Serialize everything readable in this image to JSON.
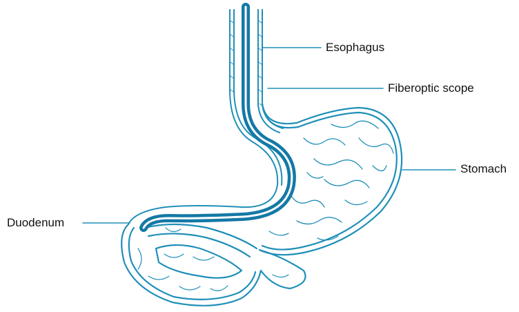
{
  "labels": {
    "esophagus": "Esophagus",
    "fiberoptic_scope": "Fiberoptic scope",
    "stomach": "Stomach",
    "duodenum": "Duodenum"
  },
  "colors": {
    "outline": "#1f8fb8",
    "scope": "#1479a6",
    "text": "#111111",
    "leader": "#1f8fb8"
  }
}
